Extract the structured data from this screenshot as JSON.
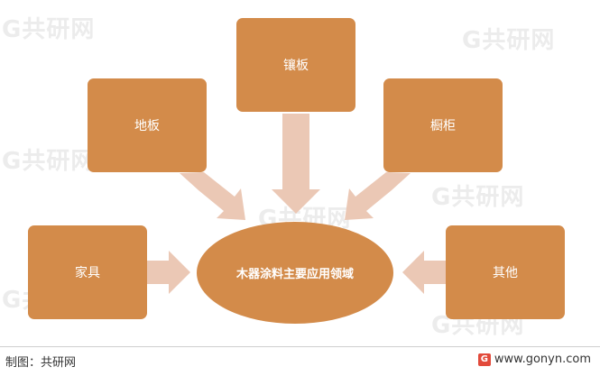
{
  "diagram": {
    "center_label": "木器涂料主要应用领域",
    "nodes": {
      "top": "镶板",
      "top_left": "地板",
      "top_right": "橱柜",
      "left": "家具",
      "right": "其他"
    }
  },
  "watermark": {
    "text": "共研网",
    "logo_letter": "G"
  },
  "footer": {
    "source": "制图：共研网",
    "site": "www.gonyn.com"
  },
  "colors": {
    "node": "#d38b4a",
    "arrow": "#ebc8b5"
  }
}
